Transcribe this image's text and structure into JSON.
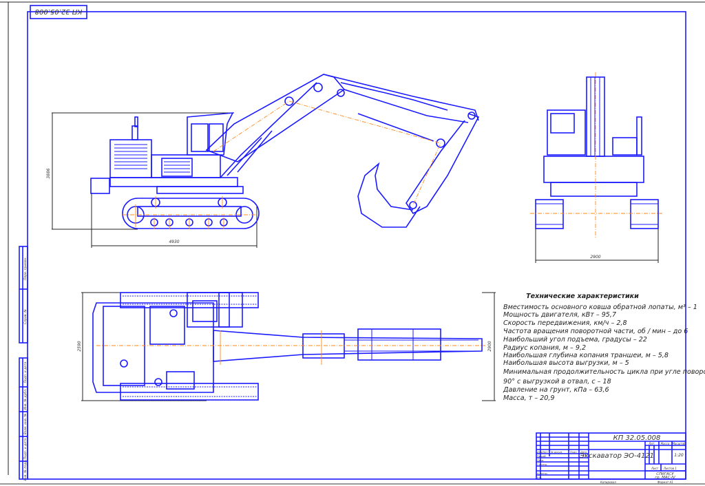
{
  "drawing": {
    "doc_code": "КП 32.05.008",
    "doc_code_rotated": "КП 32.05.008",
    "dimensions": {
      "side_height": "3886",
      "side_length": "4930",
      "front_width": "2900",
      "plan_width_left": "2590",
      "plan_width_right": "2900"
    },
    "colors": {
      "line": "#1a1aff",
      "axis": "#ff8a1a",
      "frame": "#222222"
    }
  },
  "specs": {
    "title": "Технические характеристики",
    "lines": [
      "Вместимость основного ковша обратной лопаты, м³ – 1",
      "Мощность двигателя, кВт – 95,7",
      "Скорость передвижения, км/ч – 2,8",
      "Частота вращения поворотной части, об / мин – до 6",
      "Наибольший угол подъема, градусы – 22",
      "Радиус копания, м – 9,2",
      "Наибольшая глубина копания траншеи, м – 5,8",
      "Наибольшая высота выгрузки, м – 5",
      "Минимальная продолжительность цикла при угле поворота",
      "90° с выгрузкой в отвал, с – 18",
      "Давление на грунт, кПа   – 63,6",
      "Масса, т – 20,9"
    ]
  },
  "title_block": {
    "code": "КП 32.05.008",
    "name": "Экскаватор ЭО-4121",
    "col_lit": "Лит.",
    "col_mass": "Масса",
    "col_scale": "Масштаб",
    "scale": "1:20",
    "sheet": "Лист",
    "sheets": "Листов  1",
    "org_line1": "СПбГАСУ",
    "org_line2": "гр. МАС-IV",
    "row_labels": [
      "Изм.",
      "Лист",
      "№ докум.",
      "Подп.",
      "Дата"
    ],
    "roles": [
      "Разраб.",
      "Пров.",
      "Т.контр.",
      "Н.контр.",
      "Утв."
    ],
    "copied": "Копировал",
    "format": "Формат  А1"
  },
  "margin_strip": {
    "labels": [
      "Перв. примен.",
      "Справ. №",
      "Подп. и дата",
      "Инв. № дубл.",
      "Взам. инв. №",
      "Подп. и дата",
      "Инв. № подл."
    ]
  }
}
